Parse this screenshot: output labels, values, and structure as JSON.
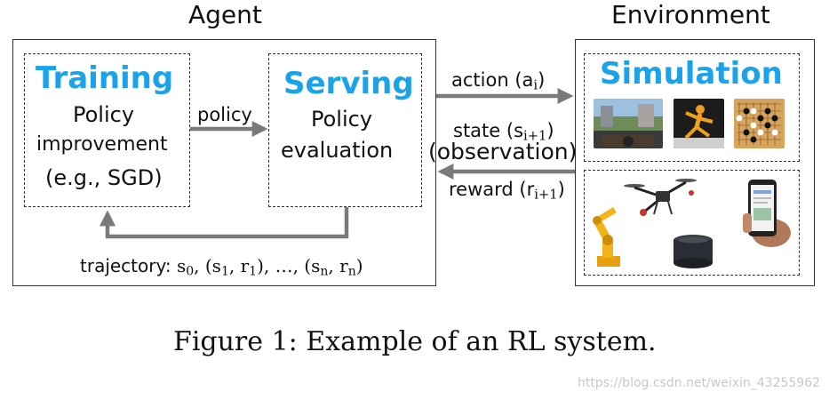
{
  "agent": {
    "title": "Agent",
    "training": {
      "heading": "Training",
      "line1": "Policy",
      "line2": "improvement",
      "line3": "(e.g., SGD)"
    },
    "serving": {
      "heading": "Serving",
      "line1": "Policy",
      "line2": "evaluation"
    },
    "policy_arrow_label": "policy",
    "trajectory_label": "trajectory:",
    "trajectory_formula": [
      "s",
      "0",
      ", (s",
      "1",
      ", r",
      "1",
      "), …, (s",
      "n",
      ", r",
      "n",
      ")"
    ]
  },
  "environment": {
    "title": "Environment",
    "simulation_heading": "Simulation",
    "simulation_images": [
      "driving-sim-image",
      "humanoid-sim-image",
      "go-board-image"
    ],
    "real_world_images": [
      "robot-arm-image",
      "drone-image",
      "smart-speaker-image",
      "smartphone-image"
    ]
  },
  "signals": {
    "action": {
      "label": "action (a",
      "sub": "i",
      "close": ")"
    },
    "state": {
      "label": "state (s",
      "sub": "i+1",
      "close": ")"
    },
    "observation": "(observation)",
    "reward": {
      "label": "reward (r",
      "sub": "i+1",
      "close": ")"
    }
  },
  "caption": "Figure 1: Example of an RL system.",
  "watermark": "https://blog.csdn.net/weixin_43255962",
  "colors": {
    "accent": "#1aa3e8",
    "arrow": "#7a7a7a",
    "border": "#333333"
  }
}
